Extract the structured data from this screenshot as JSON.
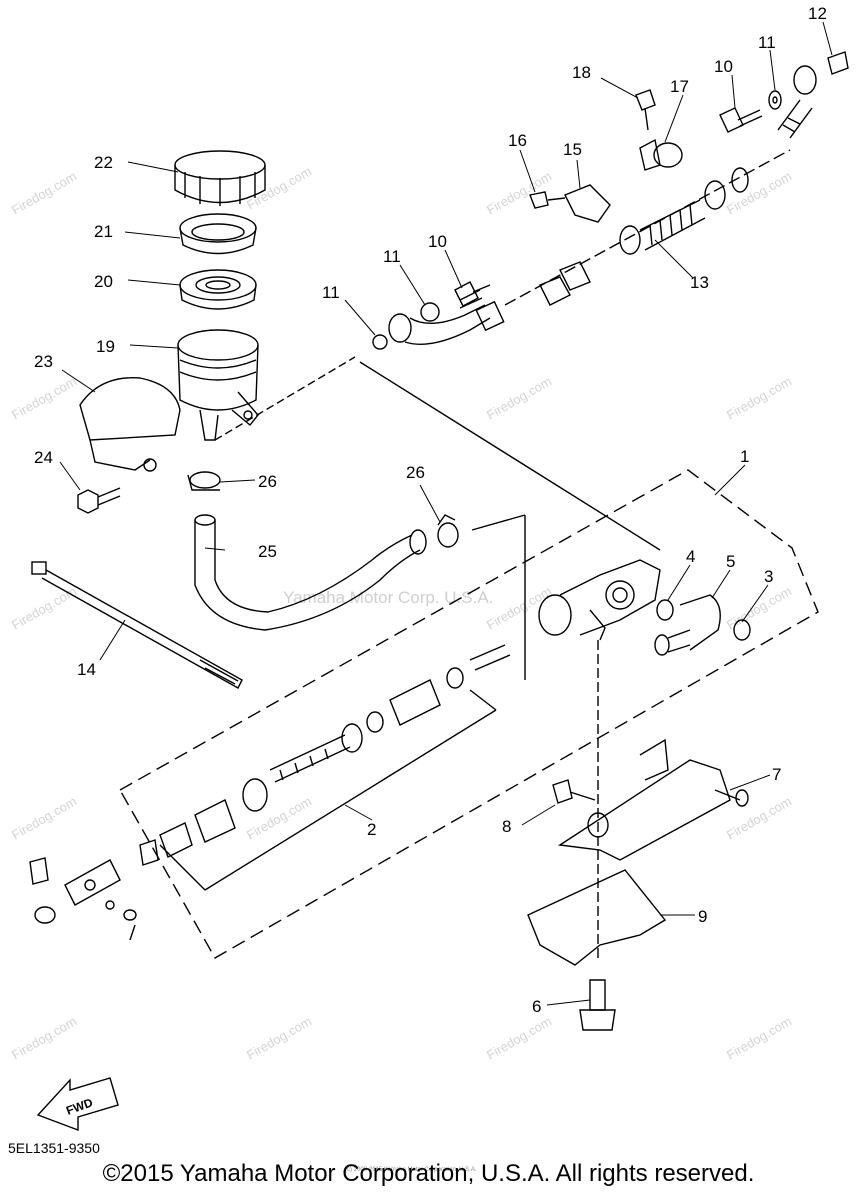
{
  "callouts": [
    "1",
    "2",
    "3",
    "4",
    "5",
    "6",
    "7",
    "8",
    "9",
    "10",
    "10",
    "11",
    "11",
    "11",
    "12",
    "13",
    "14",
    "15",
    "16",
    "17",
    "18",
    "19",
    "20",
    "21",
    "22",
    "23",
    "24",
    "25",
    "26",
    "26"
  ],
  "watermark": {
    "text": "Firedog.com",
    "center_text": "Yamaha Motor Corp. U.S.A.",
    "tiny_text": "(c) 2008-2015 Yamaha Motor Corporation, U.S.A."
  },
  "fwd_label": "FWD",
  "part_code": "5EL1351-9350",
  "copyright": "©2015 Yamaha Motor Corporation, U.S.A. All rights reserved.",
  "colors": {
    "line": "#000000",
    "watermark": "#d4d4d4",
    "background": "#ffffff"
  }
}
